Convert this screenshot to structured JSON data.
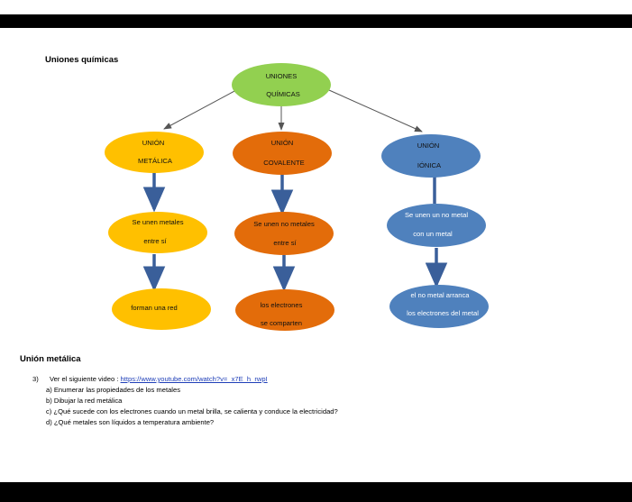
{
  "document": {
    "section_title": "Uniones químicas",
    "diagram": {
      "root": {
        "lines": [
          "UNIONES",
          "QUÍMICAS"
        ],
        "color": "#92d050"
      },
      "branches": [
        {
          "id": "metalica",
          "color": "#ffc000",
          "head": [
            "UNIÓN",
            "METÁLICA"
          ],
          "mid": [
            "Se unen metales",
            "entre sí"
          ],
          "end": [
            "forman una red"
          ]
        },
        {
          "id": "covalente",
          "color": "#e36c0a",
          "head": [
            "UNIÓN",
            "COVALENTE"
          ],
          "mid": [
            "Se unen no metales",
            "entre sí"
          ],
          "end": [
            "los electrones",
            "se comparten"
          ]
        },
        {
          "id": "ionica",
          "color": "#4f81bd",
          "head": [
            "UNIÓN",
            "IÓNICA"
          ],
          "mid": [
            "Se unen un no metal",
            "con un metal"
          ],
          "end": [
            "el no metal arranca",
            "los electrones del metal"
          ]
        }
      ]
    },
    "subsection_title": "Unión metálica",
    "task": {
      "number": "3)",
      "intro": "Ver el siguiente video : ",
      "link": "https://www.youtube.com/watch?v=_x7E_h_rwpI",
      "items": [
        "a) Enumerar las propiedades de los metales",
        "b) Dibujar la red metálica",
        "c) ¿Qué sucede con los electrones  cuando un metal brilla, se calienta y conduce la electricidad?",
        "d) ¿Qué metales son líquidos a temperatura ambiente?"
      ]
    }
  }
}
